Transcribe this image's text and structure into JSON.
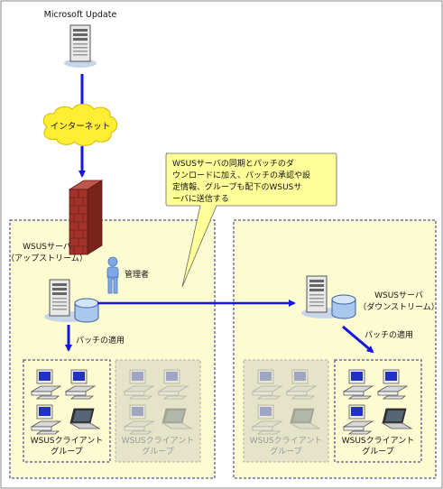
{
  "diagram": {
    "microsoft_update_label": "Microsoft Update",
    "internet_label": "インターネット",
    "callout": {
      "line1": "WSUSサーバの同期とパッチのダ",
      "line2": "ウンロードに加え、パッチの承認や設",
      "line3": "定情報、グループも配下のWSUSサ",
      "line4": "ーバに送信する"
    },
    "upstream": {
      "name_line1": "WSUSサーバ",
      "name_line2": "（アップストリーム）",
      "admin_label": "管理者",
      "patch_label": "パッチの適用",
      "group_active_line1": "WSUSクライアント",
      "group_active_line2": "グループ",
      "group_inactive_line1": "WSUSクライアント",
      "group_inactive_line2": "グループ"
    },
    "downstream": {
      "name_line1": "WSUSサーバ",
      "name_line2": "（ダウンストリーム）",
      "patch_label": "パッチの適用",
      "group_inactive_line1": "WSUSクライアント",
      "group_inactive_line2": "グループ",
      "group_active_line1": "WSUSクライアント",
      "group_active_line2": "グループ"
    }
  },
  "colors": {
    "background": "#fdfbd2",
    "arrow": "#1515e6",
    "cloud": "#ffee33",
    "firewall": "#a3322a",
    "admin_person": "#7fa8e6",
    "group_inactive_fill": "#e5e3c8"
  }
}
